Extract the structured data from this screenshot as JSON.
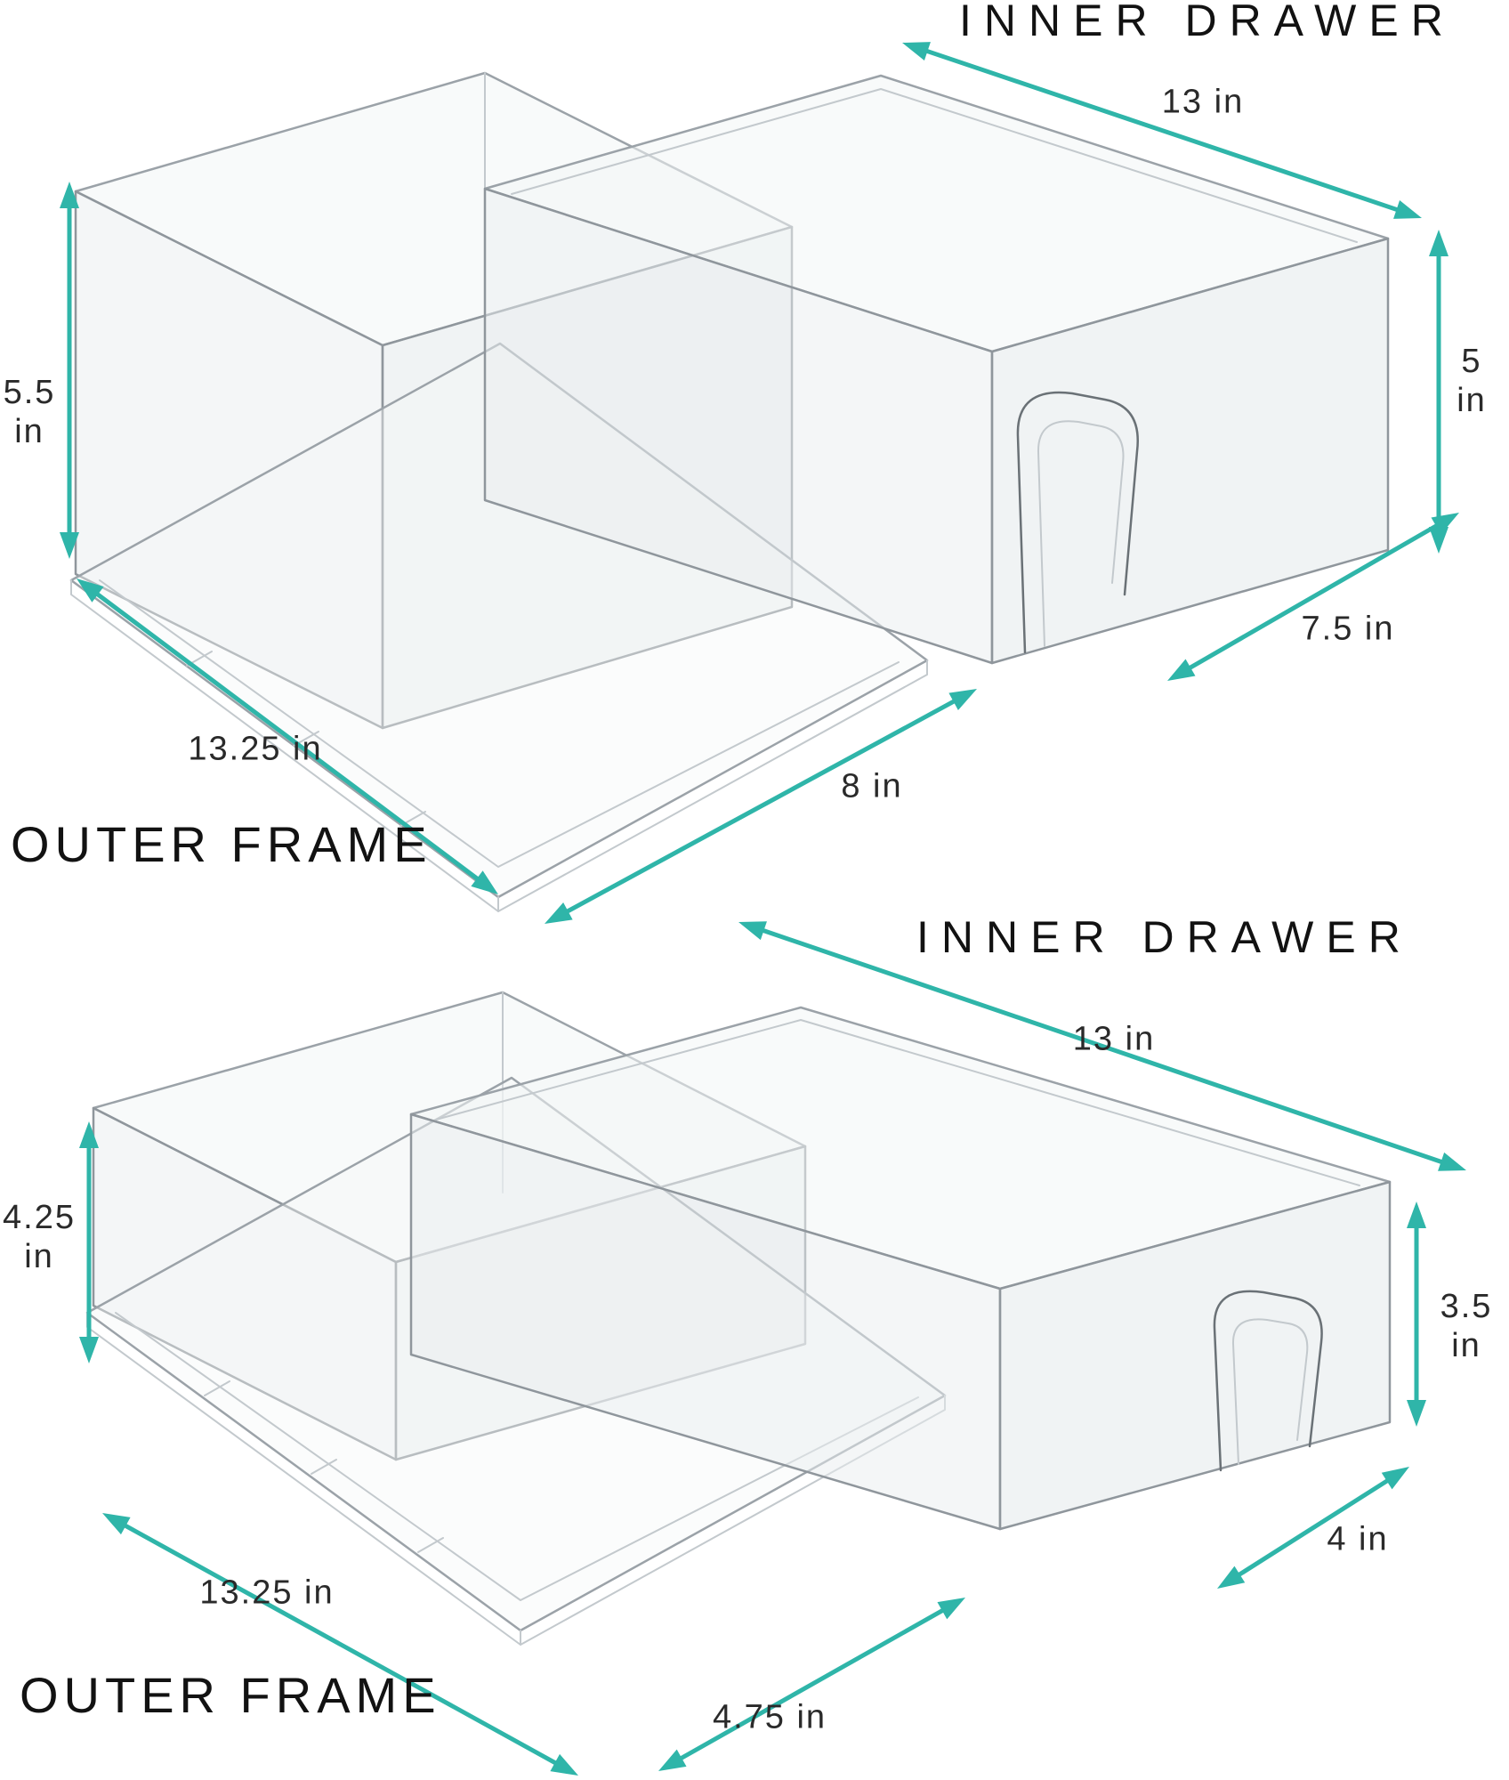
{
  "colors": {
    "accent": "#2FB5A9",
    "text": "#2a2a2a",
    "line": "#9ba2a8",
    "background": "#ffffff"
  },
  "panels": [
    {
      "inner_title": "INNER DRAWER",
      "outer_title": "OUTER FRAME",
      "dims": {
        "inner_length": "13 in",
        "outer_height_value": "5.5",
        "outer_height_unit": "in",
        "inner_height_value": "5",
        "inner_height_unit": "in",
        "outer_length": "13.25 in",
        "outer_depth": "8 in",
        "inner_depth": "7.5 in"
      }
    },
    {
      "inner_title": "INNER DRAWER",
      "outer_title": "OUTER FRAME",
      "dims": {
        "inner_length": "13 in",
        "outer_height_value": "4.25",
        "outer_height_unit": "in",
        "inner_height_value": "3.5",
        "inner_height_unit": "in",
        "outer_length": "13.25 in",
        "outer_depth": "4.75 in",
        "inner_depth": "4 in"
      }
    }
  ]
}
